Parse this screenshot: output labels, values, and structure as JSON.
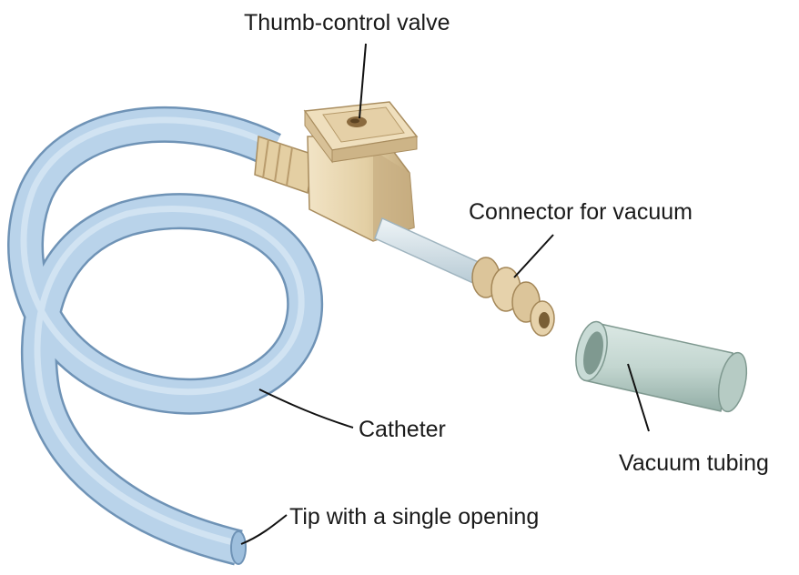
{
  "labels": {
    "thumb_valve": "Thumb-control valve",
    "connector": "Connector for vacuum",
    "catheter": "Catheter",
    "vacuum_tubing": "Vacuum tubing",
    "tip": "Tip with a single opening"
  },
  "colors": {
    "catheter_fill": "#b9d3ea",
    "catheter_edge": "#6f93b6",
    "valve_fill": "#e8d6b0",
    "valve_shadow": "#c7ae82",
    "valve_highlight": "#f6ecd4",
    "stem": "#d6e3ea",
    "vacuum_fill": "#c9dbd6",
    "vacuum_shadow": "#93aea6",
    "vacuum_inner": "#7f9990"
  }
}
